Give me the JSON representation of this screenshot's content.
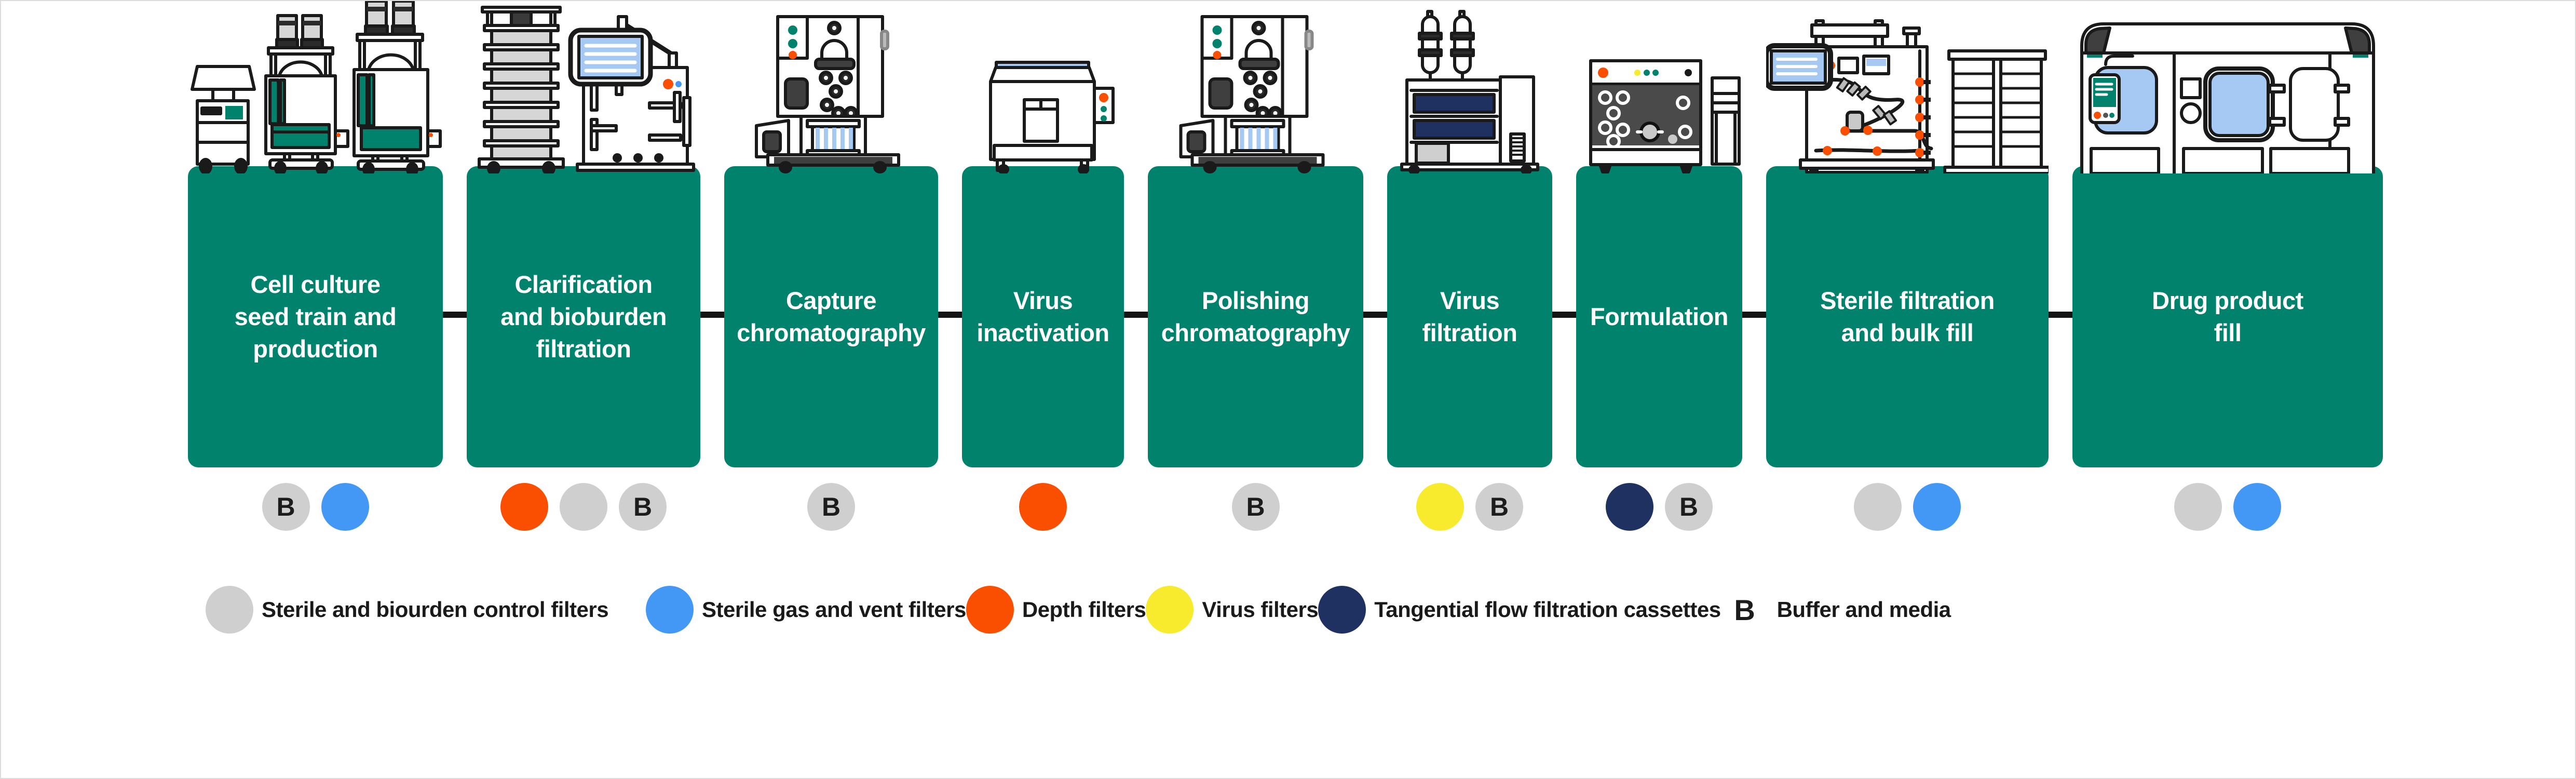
{
  "colors": {
    "green": "#00826C",
    "gray": "#CFCFCF",
    "blue": "#4498F5",
    "orange": "#FA4E00",
    "yellow": "#F8EB2D",
    "navy": "#1F3161",
    "ink": "#1A1A1A",
    "screen_blue": "#A6C9F4",
    "equip_gray": "#D6D6D6",
    "panel_dark": "#4A4A4A"
  },
  "stages": [
    {
      "label": "Cell culture\nseed train and\nproduction",
      "equipment": "rocker-and-single-use-bioreactors",
      "markers": [
        {
          "color": "gray",
          "label": "B"
        },
        {
          "color": "blue"
        }
      ]
    },
    {
      "label": "Clarification\nand bioburden\nfiltration",
      "equipment": "depth-filter-stack-and-skid",
      "markers": [
        {
          "color": "orange"
        },
        {
          "color": "gray"
        },
        {
          "color": "gray",
          "label": "B"
        }
      ]
    },
    {
      "label": "Capture\nchromatography",
      "equipment": "chromatography-system",
      "markers": [
        {
          "color": "gray",
          "label": "B"
        }
      ]
    },
    {
      "label": "Virus\ninactivation",
      "equipment": "inactivation-chamber",
      "markers": [
        {
          "color": "orange"
        }
      ]
    },
    {
      "label": "Polishing\nchromatography",
      "equipment": "chromatography-system",
      "markers": [
        {
          "color": "gray",
          "label": "B"
        }
      ]
    },
    {
      "label": "Virus\nfiltration",
      "equipment": "virus-filtration-skid",
      "markers": [
        {
          "color": "yellow"
        },
        {
          "color": "gray",
          "label": "B"
        }
      ]
    },
    {
      "label": "Formulation",
      "equipment": "tff-system-and-cart",
      "markers": [
        {
          "color": "navy"
        },
        {
          "color": "gray",
          "label": "B"
        }
      ]
    },
    {
      "label": "Sterile filtration\nand bulk fill",
      "equipment": "bulk-fill-machine-and-rack",
      "markers": [
        {
          "color": "gray"
        },
        {
          "color": "blue"
        }
      ]
    },
    {
      "label": "Drug product\nfill",
      "equipment": "isolator-filling-line",
      "markers": [
        {
          "color": "gray"
        },
        {
          "color": "blue"
        }
      ]
    }
  ],
  "legend": {
    "items_left": [
      {
        "swatch": "gray",
        "label": "Sterile and biourden control filters"
      },
      {
        "swatch": "blue",
        "label": "Sterile gas and vent filters"
      },
      {
        "swatch": "orange",
        "label": "Depth filters"
      }
    ],
    "items_right": [
      {
        "swatch": "yellow",
        "label": "Virus filters"
      },
      {
        "swatch": "navy",
        "label": "Tangential flow filtration cassettes"
      },
      {
        "swatch": "letter",
        "symbol": "B",
        "label": "Buffer and media"
      }
    ]
  }
}
